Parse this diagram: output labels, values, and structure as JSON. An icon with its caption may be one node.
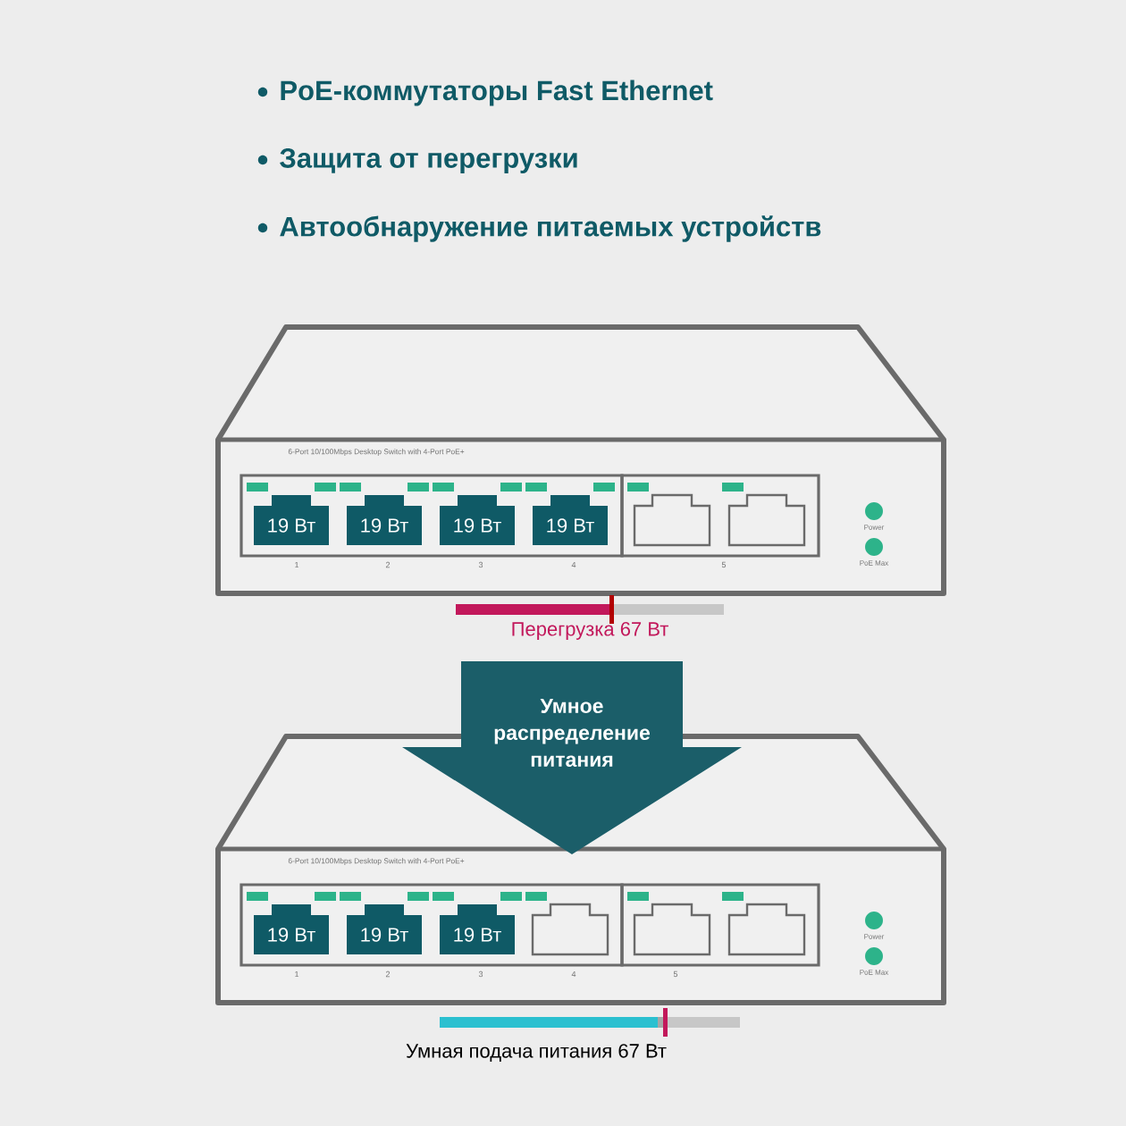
{
  "diagram": {
    "nodes": [
      {
        "text": [
          "6-Port 10/100Mbps Desktop Switch with 4-Port PoE+"
        ]
      },
      {
        "text": [
          "19 Вт"
        ],
        "in": 0
      },
      {
        "text": [
          "19 Вт"
        ],
        "in": 0
      },
      {
        "text": [
          "19 Вт"
        ],
        "in": 0
      },
      {
        "text": [
          "19 Вт"
        ],
        "in": 0
      },
      {
        "text": [],
        "shape": "box",
        "in": 0
      },
      {
        "text": [],
        "shape": "box",
        "in": 0
      },
      {
        "text": [
          "Умное распределение питания"
        ]
      },
      {
        "text": [
          "6-Port 10/100Mbps Desktop Switch with 4-Port PoE+"
        ]
      },
      {
        "text": [
          "19 Вт"
        ],
        "in": 8
      },
      {
        "text": [
          "19 Вт"
        ],
        "in": 8
      },
      {
        "text": [
          "19 Вт"
        ],
        "in": 8
      },
      {
        "text": [],
        "shape": "box",
        "in": 8
      },
      {
        "text": [],
        "shape": "box",
        "in": 8
      },
      {
        "text": [],
        "shape": "box",
        "in": 8
      }
    ],
    "labels": [
      "PoE-коммутаторы Fast Ethernet",
      "Защита от перегрузки",
      "Автообнаружение питаемых устройств",
      "1",
      "2",
      "3",
      "4",
      "5",
      "Power",
      "PoE Max",
      "Перегрузка 67 Вт",
      "1",
      "2",
      "3",
      "4",
      "5",
      "Power",
      "PoE Max",
      "Умная подача питания 67 Вт"
    ]
  }
}
